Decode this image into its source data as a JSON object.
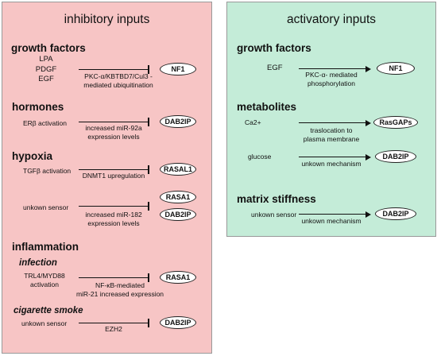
{
  "inhibitory": {
    "title": "inhibitory inputs",
    "growth_factors": {
      "heading": "growth factors",
      "ligands": [
        "LPA",
        "PDGF",
        "EGF"
      ],
      "mechanism": [
        "PKC-α/KBTBD7/Cul3 -",
        "mediated ubiquitination"
      ],
      "target": "NF1"
    },
    "hormones": {
      "heading": "hormones",
      "input": "ERβ activation",
      "mechanism": [
        "increased miR-92a",
        "expression levels"
      ],
      "target": "DAB2IP"
    },
    "hypoxia": {
      "heading": "hypoxia",
      "input1": "TGFβ activation",
      "mechanism1": "DNMT1 upregulation",
      "target1": "RASAL1",
      "input2": "unkown sensor",
      "mechanism2": [
        "increased miR-182",
        "expression levels"
      ],
      "targets2": [
        "RASA1",
        "DAB2IP"
      ]
    },
    "inflammation": {
      "heading": "inflammation",
      "infection": {
        "heading": "infection",
        "input": [
          "TRL4/MYD88",
          "activation"
        ],
        "mechanism": [
          "NF-κB-mediated",
          "miR-21 increased expression"
        ],
        "target": "RASA1"
      },
      "cigarette_smoke": {
        "heading": "cigarette smoke",
        "input": "unkown sensor",
        "mechanism": "EZH2",
        "target": "DAB2IP"
      }
    }
  },
  "activatory": {
    "title": "activatory inputs",
    "growth_factors": {
      "heading": "growth factors",
      "input": "EGF",
      "mechanism": [
        "PKC-α- mediated",
        "phosphorylation"
      ],
      "target": "NF1"
    },
    "metabolites": {
      "heading": "metabolites",
      "input1": "Ca2+",
      "mechanism1": [
        "traslocation to",
        "plasma membrane"
      ],
      "target1": "RasGAPs",
      "input2": "glucose",
      "mechanism2": "unkown mechanism",
      "target2": "DAB2IP"
    },
    "matrix_stiffness": {
      "heading": "matrix stiffness",
      "input": "unkown sensor",
      "mechanism": "unkown mechanism",
      "target": "DAB2IP"
    }
  },
  "colors": {
    "inhibitory_bg": "#f7c5c5",
    "activatory_bg": "#c4ecd8"
  }
}
